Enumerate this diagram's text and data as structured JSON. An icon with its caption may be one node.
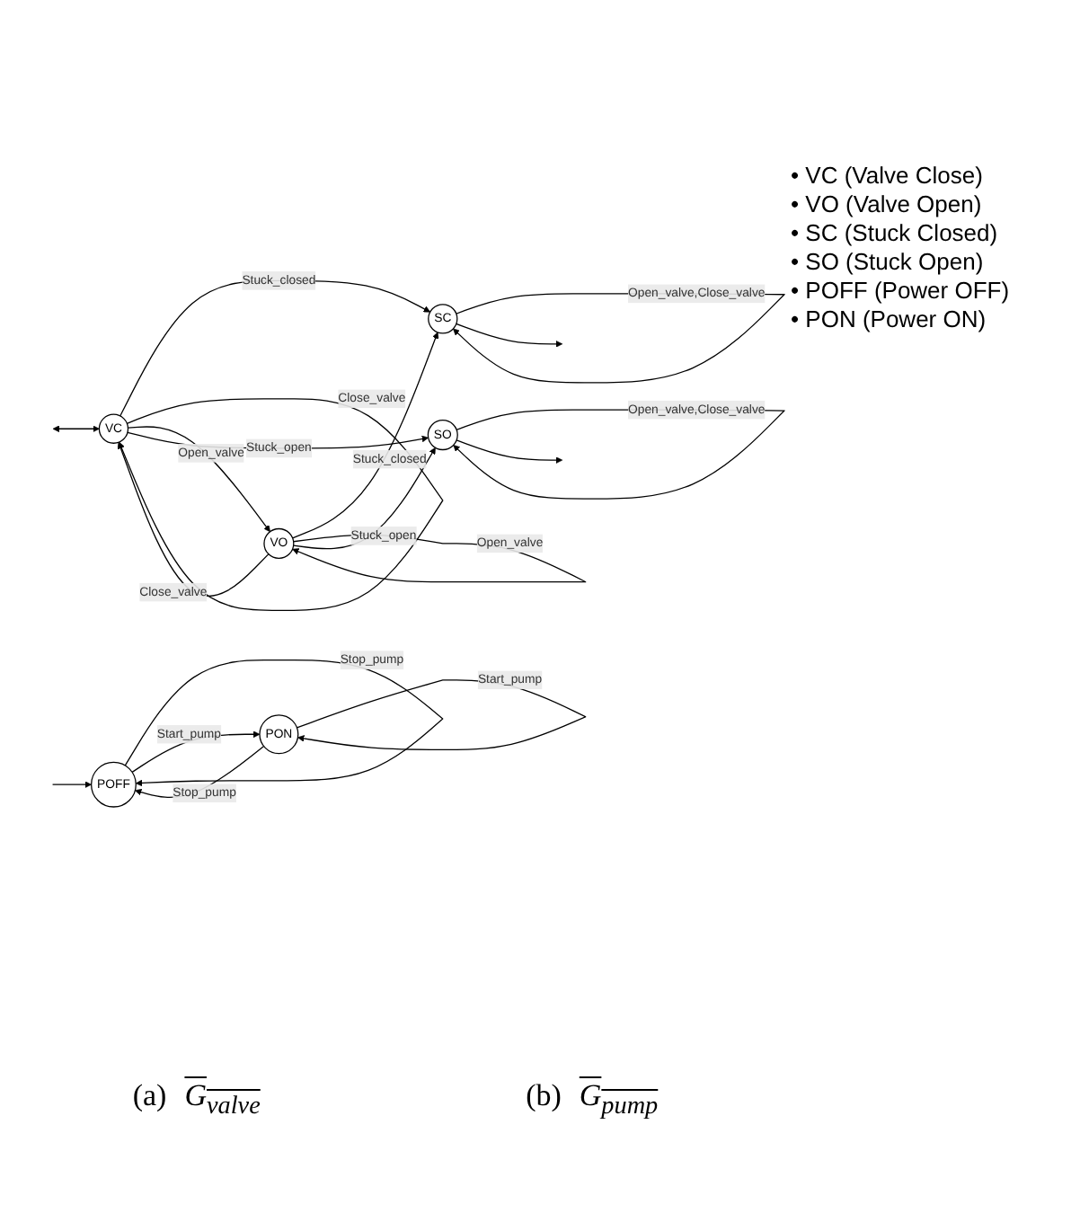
{
  "diagram": {
    "nodes": [
      {
        "text": [
          "SC"
        ]
      },
      {
        "text": [
          "VC"
        ]
      },
      {
        "text": [
          "VO"
        ]
      },
      {
        "text": [
          "SO"
        ]
      },
      {
        "text": [
          "POFF"
        ]
      },
      {
        "text": [
          "PON"
        ]
      }
    ],
    "edges": [
      {
        "from": 0,
        "to": 0,
        "arrow": "to",
        "label": "Open_valve,Close_valve"
      },
      {
        "from": 0,
        "to": null,
        "arrow": "to"
      },
      {
        "from": 1,
        "to": 0,
        "arrow": "to",
        "label": "Stuck_closed"
      },
      {
        "from": 2,
        "to": 0,
        "arrow": "to",
        "label": "Stuck_closed"
      },
      {
        "from": 1,
        "to": 1,
        "arrow": "to",
        "label": "Close_valve"
      },
      {
        "from": null,
        "to": 1,
        "arrow": "both"
      },
      {
        "from": 1,
        "to": 2,
        "arrow": "to",
        "label": "Open_valve"
      },
      {
        "from": 2,
        "to": 2,
        "arrow": "to",
        "label": "Open_valve"
      },
      {
        "from": 2,
        "to": 1,
        "arrow": "to",
        "label": "Close_valve"
      },
      {
        "from": 1,
        "to": 3,
        "arrow": "to",
        "label": "Stuck_open"
      },
      {
        "from": 2,
        "to": 3,
        "arrow": "to",
        "label": "Stuck_open"
      },
      {
        "from": 3,
        "to": 3,
        "arrow": "to",
        "label": "Open_valve,Close_valve"
      },
      {
        "from": 3,
        "to": null,
        "arrow": "to"
      },
      {
        "from": 4,
        "to": 4,
        "arrow": "to",
        "label": "Stop_pump"
      },
      {
        "from": 4,
        "to": 5,
        "arrow": "to",
        "label": "Start_pump"
      },
      {
        "from": 5,
        "to": 5,
        "arrow": "to",
        "label": "Start_pump"
      },
      {
        "from": 5,
        "to": 4,
        "arrow": "to",
        "label": "Stop_pump"
      },
      {
        "from": null,
        "to": 4,
        "arrow": "to"
      }
    ],
    "labels": [
      "• VC (Valve Close)",
      "• VO (Valve Open)",
      "• SC (Stuck Closed)",
      "• SO (Stuck Open)",
      "• POFF (Power OFF)",
      "• PON (Power ON)",
      "(a)",
      "G$_{valve}$",
      "(b)",
      "G$_{pump}$"
    ]
  }
}
